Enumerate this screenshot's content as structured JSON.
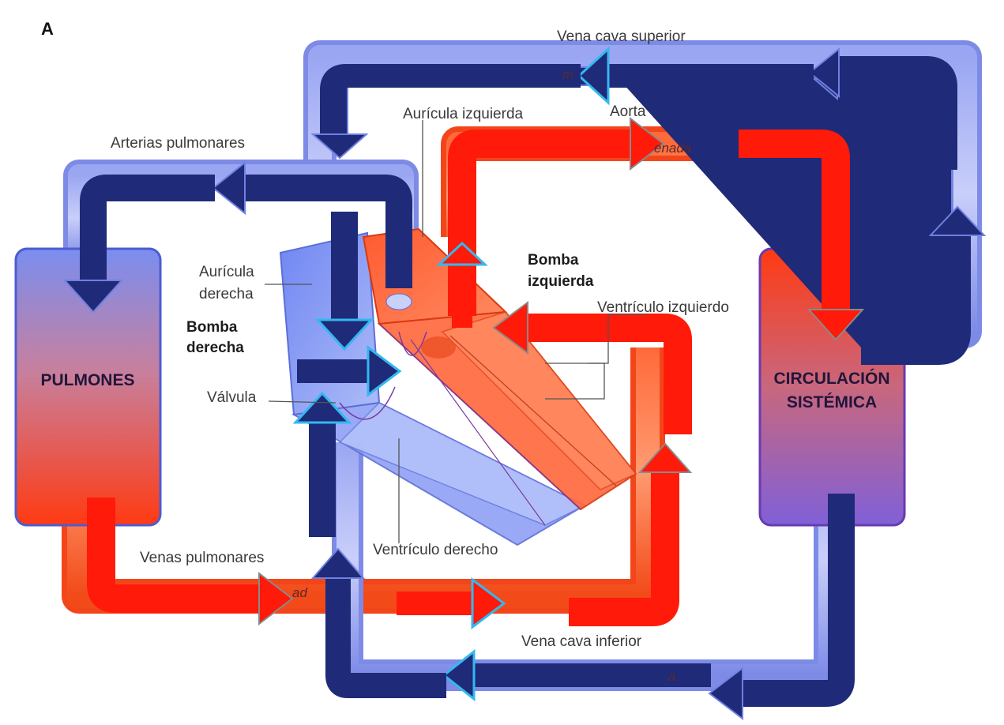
{
  "panel_label": "A",
  "organs": {
    "lungs": "PULMONES",
    "systemic_line1": "CIRCULACIÓN",
    "systemic_line2": "SISTÉMICA"
  },
  "labels": {
    "vena_cava_superior": "Vena cava superior",
    "aorta": "Aorta",
    "auricula_izquierda": "Aurícula izquierda",
    "arterias_pulmonares": "Arterias pulmonares",
    "auricula_derecha_1": "Aurícula",
    "auricula_derecha_2": "derecha",
    "bomba_izquierda_1": "Bomba",
    "bomba_izquierda_2": "izquierda",
    "bomba_derecha_1": "Bomba",
    "bomba_derecha_2": "derecha",
    "ventriculo_izquierdo": "Ventrículo izquierdo",
    "valvula": "Válvula",
    "ventriculo_derecho": "Ventrículo derecho",
    "venas_pulmonares": "Venas pulmonares",
    "vena_cava_inferior": "Vena cava inferior"
  },
  "vessel_fragments": {
    "top_blue": "m",
    "aorta_tube": "enada",
    "pulmonary_vein_tube": "ad",
    "inferior_cava_tube": "a"
  },
  "colors": {
    "oxygenated": "#ff1a0a",
    "deoxygenated": "#1f2a78",
    "highlight": "#33b8f0"
  }
}
